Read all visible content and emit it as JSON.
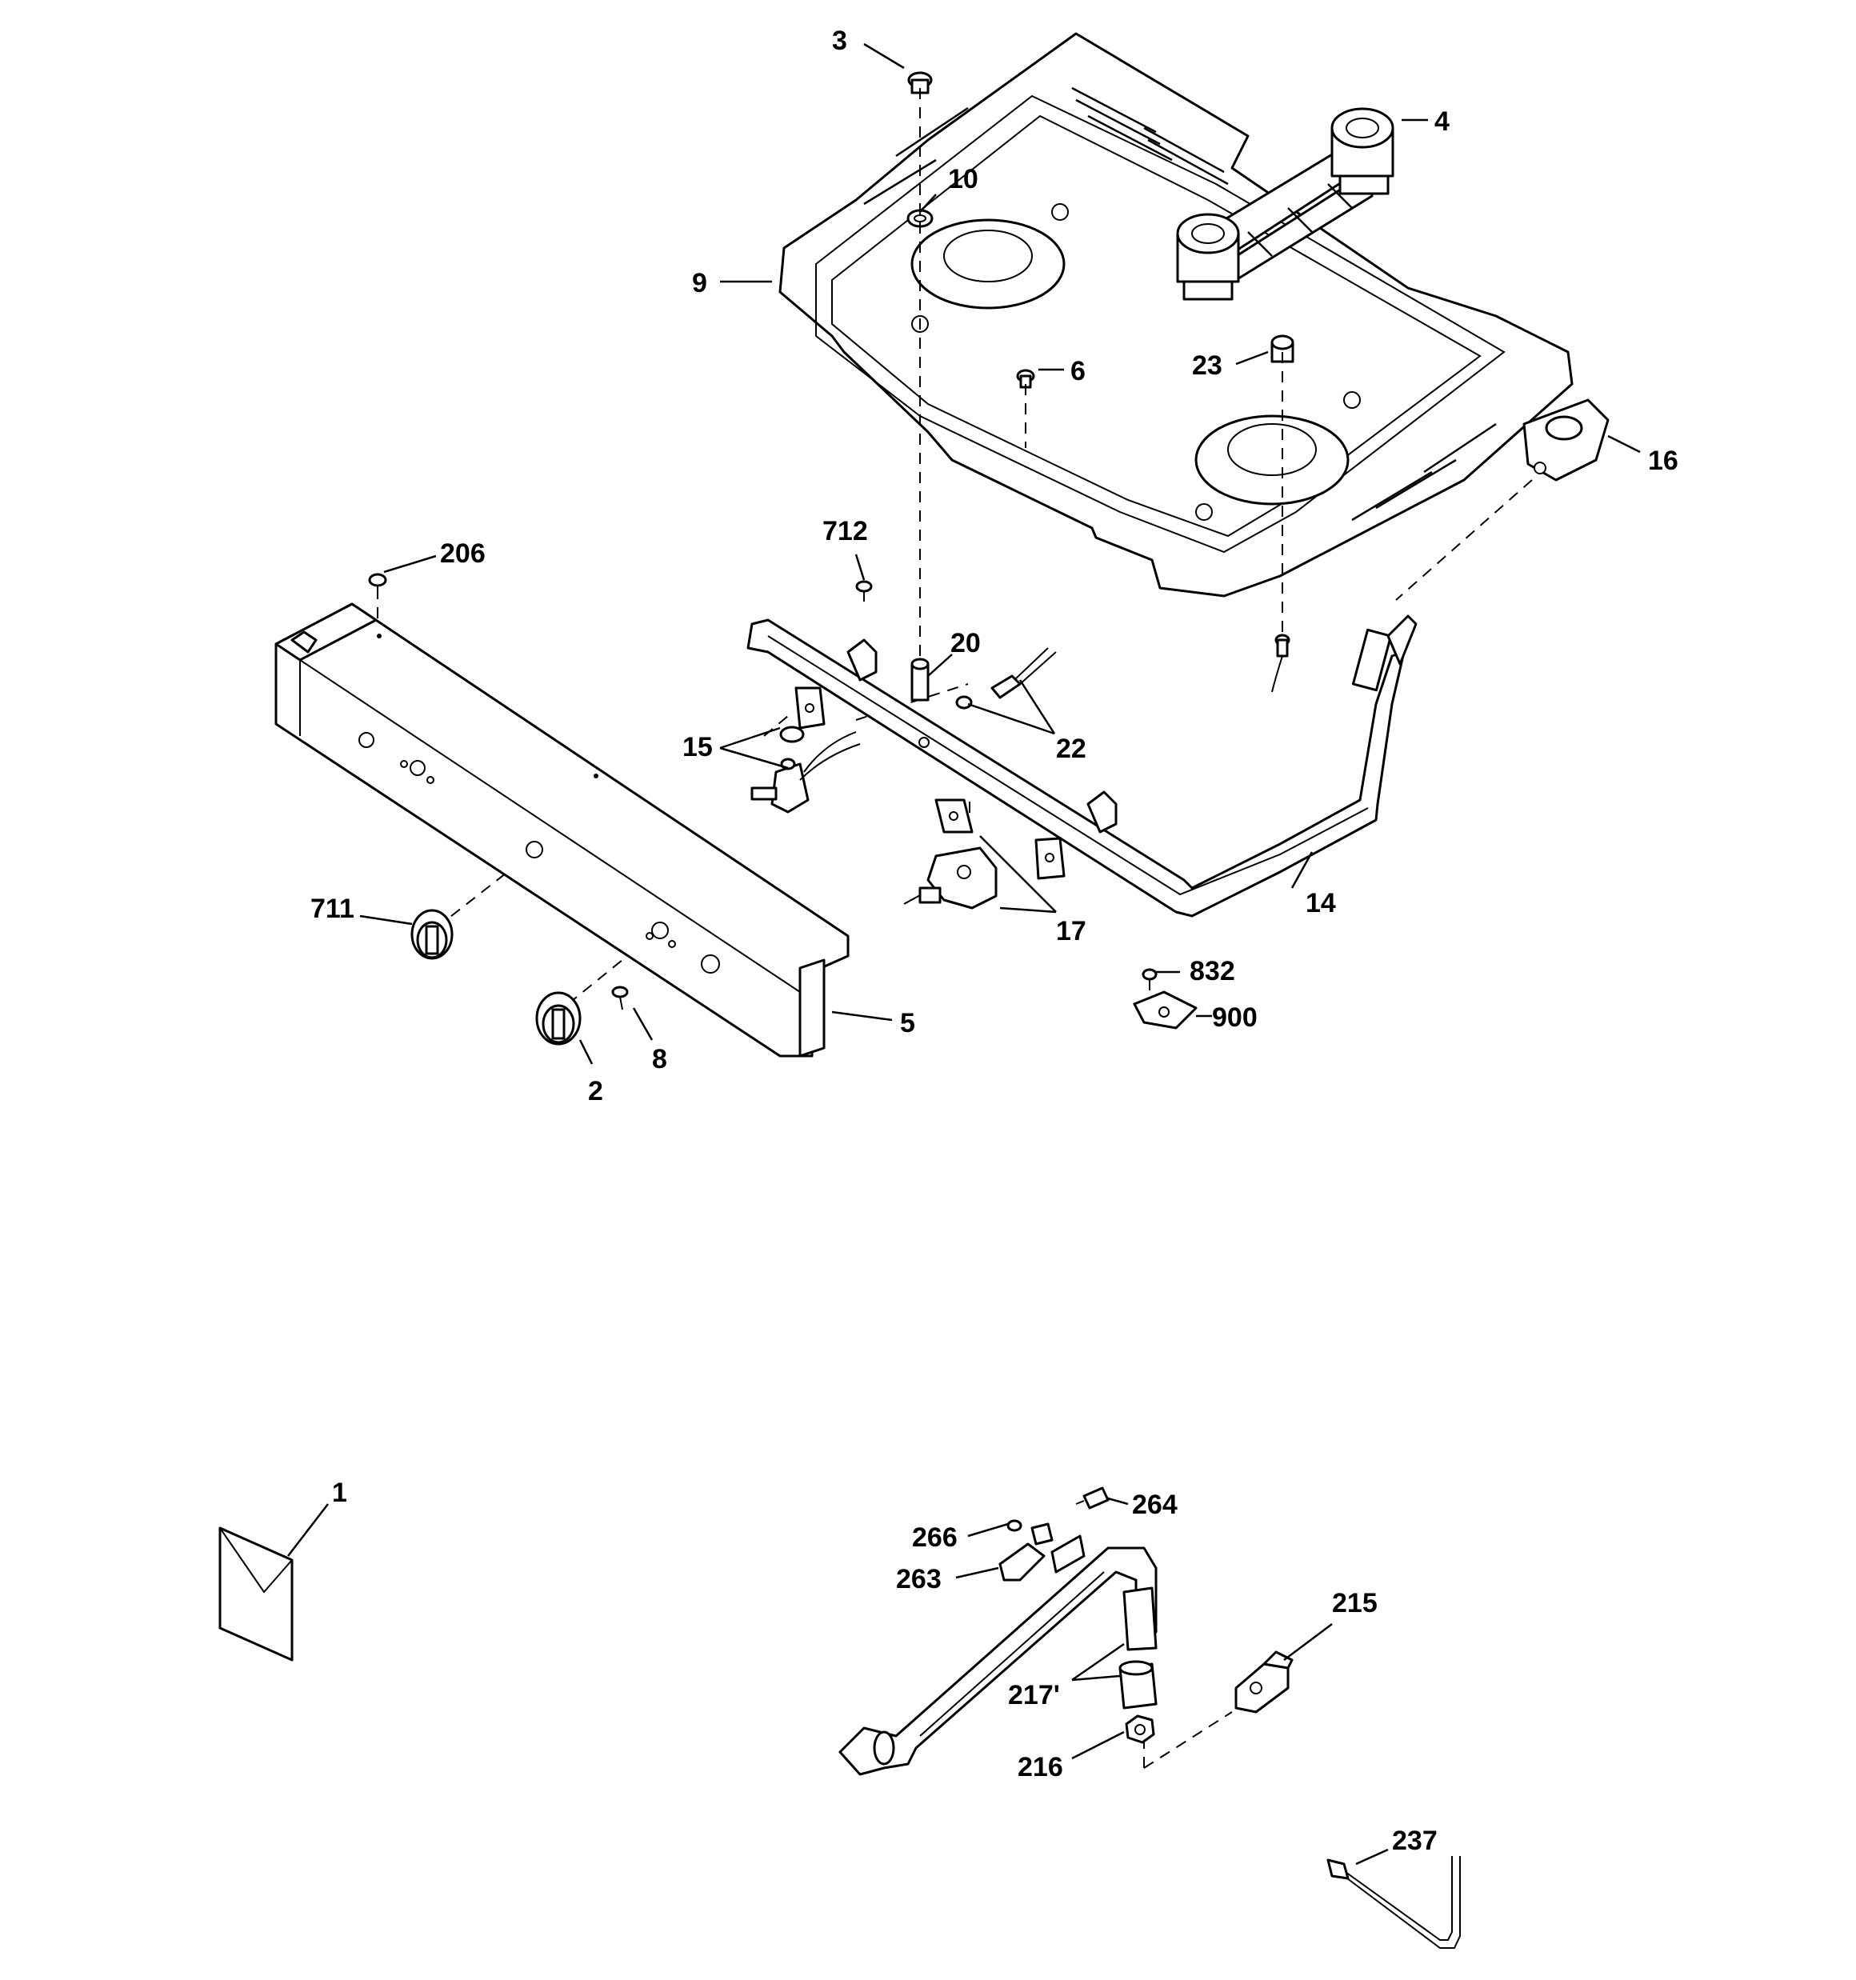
{
  "diagram": {
    "callouts": {
      "c1": "1",
      "c2": "2",
      "c3": "3",
      "c4": "4",
      "c5": "5",
      "c6": "6",
      "c8": "8",
      "c9": "9",
      "c10": "10",
      "c14": "14",
      "c15": "15",
      "c16": "16",
      "c17": "17",
      "c20": "20",
      "c22": "22",
      "c23": "23",
      "c206": "206",
      "c215": "215",
      "c216": "216",
      "c217": "217'",
      "c237": "237",
      "c263": "263",
      "c264": "264",
      "c266": "266",
      "c711": "711",
      "c712": "712",
      "c832": "832",
      "c900": "900"
    }
  }
}
